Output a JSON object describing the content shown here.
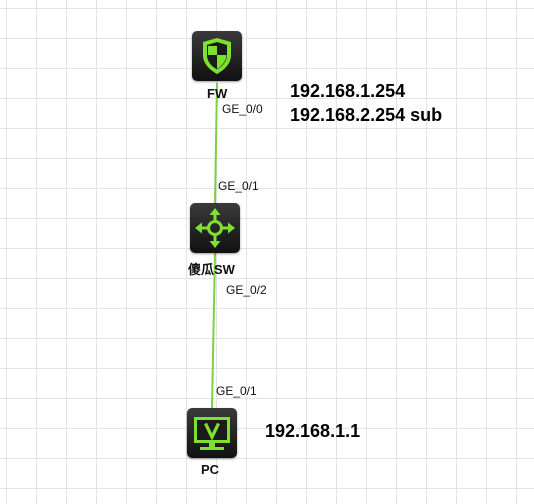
{
  "devices": {
    "fw": {
      "label": "FW",
      "icon": "firewall-shield-icon"
    },
    "sw": {
      "label": "傻瓜SW",
      "icon": "switch-arrows-icon"
    },
    "pc": {
      "label": "PC",
      "icon": "pc-monitor-icon"
    }
  },
  "ports": {
    "fw_ge00": "GE_0/0",
    "sw_ge01": "GE_0/1",
    "sw_ge02": "GE_0/2",
    "pc_ge01": "GE_0/1"
  },
  "addresses": {
    "fw_primary": "192.168.1.254",
    "fw_sub": "192.168.2.254 sub",
    "pc": "192.168.1.1"
  },
  "colors": {
    "link": "#7bd043",
    "icon_green": "#7fe12f",
    "device_bg": "#1b1b1b"
  }
}
